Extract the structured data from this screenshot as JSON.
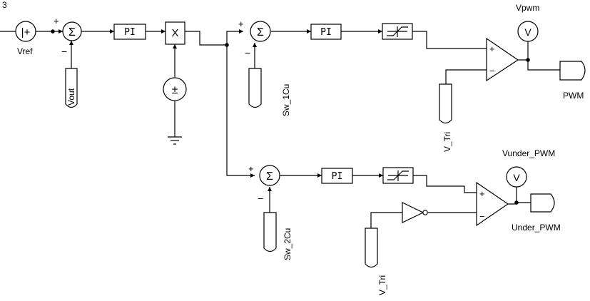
{
  "source": {
    "value": "3",
    "symbol": "|+",
    "label": "Vref"
  },
  "blocks": {
    "sum_symbol": "Σ",
    "pi_label": "PI",
    "mult_symbol": "X",
    "const_symbol": "±",
    "meter_symbol": "V",
    "plus_sign": "+",
    "minus_sign": "−"
  },
  "inputs": {
    "vout": "Vout",
    "sw1": "Sw_1Cu",
    "sw2": "Sw_2Cu",
    "vtri_top": "V_Tri",
    "vtri_bottom": "V_Tri"
  },
  "meters": {
    "top": "Vpwm",
    "bottom": "Vunder_PWM"
  },
  "outputs": {
    "top": "PWM",
    "bottom": "Under_PWM"
  }
}
